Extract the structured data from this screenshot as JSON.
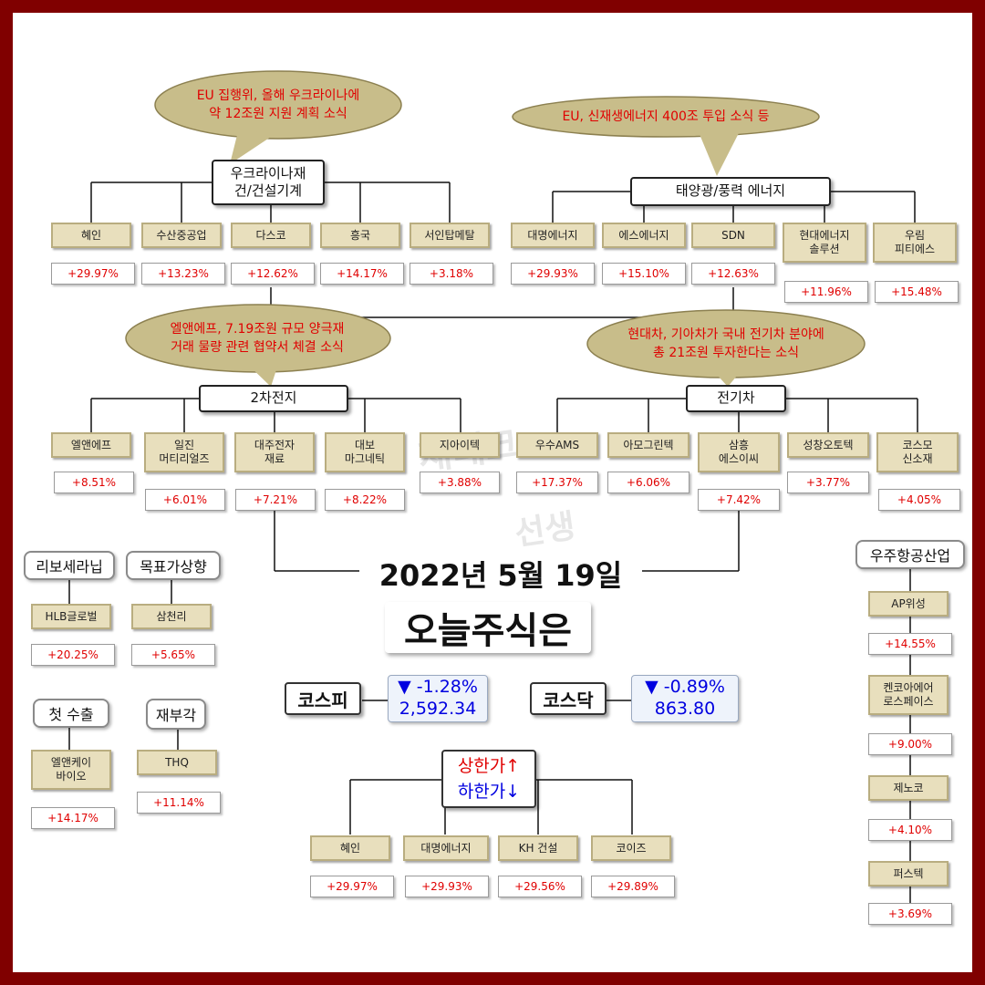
{
  "title": {
    "date": "2022년 5월 19일",
    "subtitle": "오늘주식은"
  },
  "indices": {
    "kospi": {
      "label": "코스피",
      "change": "▼ -1.28%",
      "value": "2,592.34"
    },
    "kosdaq": {
      "label": "코스닥",
      "change": "▼ -0.89%",
      "value": "863.80"
    }
  },
  "limit_legend": {
    "up": "상한가↑",
    "down": "하한가↓"
  },
  "colors": {
    "frame": "#800000",
    "stock_fill": "#e8dfbd",
    "bubble_fill": "#c8bd8a",
    "positive": "#e00000",
    "index_blue": "#0000e0"
  },
  "watermark": {
    "line1": "재테크",
    "line2": "선생"
  },
  "groups": {
    "ukraine": {
      "label": "우크라이나재\n건/건설기계",
      "news": "EU 집행위, 올해 우크라이나에\n약 12조원 지원 계획 소식",
      "stocks": [
        {
          "name": "혜인",
          "pct": "+29.97%"
        },
        {
          "name": "수산중공업",
          "pct": "+13.23%"
        },
        {
          "name": "다스코",
          "pct": "+12.62%"
        },
        {
          "name": "흥국",
          "pct": "+14.17%"
        },
        {
          "name": "서인탑메탈",
          "pct": "+3.18%"
        }
      ]
    },
    "solar": {
      "label": "태양광/풍력 에너지",
      "news": "EU, 신재생에너지 400조 투입 소식 등",
      "stocks": [
        {
          "name": "대명에너지",
          "pct": "+29.93%"
        },
        {
          "name": "에스에너지",
          "pct": "+15.10%"
        },
        {
          "name": "SDN",
          "pct": "+12.63%"
        },
        {
          "name": "현대에너지\n솔루션",
          "pct": "+11.96%"
        },
        {
          "name": "우림\n피티에스",
          "pct": "+15.48%"
        }
      ]
    },
    "battery": {
      "label": "2차전지",
      "news": "엘앤에프, 7.19조원 규모 양극재\n거래 물량 관련 협약서 체결 소식",
      "stocks": [
        {
          "name": "엘앤에프",
          "pct": "+8.51%"
        },
        {
          "name": "일진\n머티리얼즈",
          "pct": "+6.01%"
        },
        {
          "name": "대주전자\n재료",
          "pct": "+7.21%"
        },
        {
          "name": "대보\n마그네틱",
          "pct": "+8.22%"
        },
        {
          "name": "지아이텍",
          "pct": "+3.88%"
        }
      ]
    },
    "ev": {
      "label": "전기차",
      "news": "현대차, 기아차가 국내 전기차 분야에\n총 21조원 투자한다는 소식",
      "stocks": [
        {
          "name": "우수AMS",
          "pct": "+17.37%"
        },
        {
          "name": "아모그린텍",
          "pct": "+6.06%"
        },
        {
          "name": "삼흥\n에스이씨",
          "pct": "+7.42%"
        },
        {
          "name": "성창오토텍",
          "pct": "+3.77%"
        },
        {
          "name": "코스모\n신소재",
          "pct": "+4.05%"
        }
      ]
    },
    "rivo": {
      "label": "리보세라닙",
      "stocks": [
        {
          "name": "HLB글로벌",
          "pct": "+20.25%"
        }
      ]
    },
    "target": {
      "label": "목표가상향",
      "stocks": [
        {
          "name": "삼천리",
          "pct": "+5.65%"
        }
      ]
    },
    "export": {
      "label": "첫 수출",
      "stocks": [
        {
          "name": "엘앤케이\n바이오",
          "pct": "+14.17%"
        }
      ]
    },
    "revalue": {
      "label": "재부각",
      "stocks": [
        {
          "name": "THQ",
          "pct": "+11.14%"
        }
      ]
    },
    "aerospace": {
      "label": "우주항공산업",
      "stocks": [
        {
          "name": "AP위성",
          "pct": "+14.55%"
        },
        {
          "name": "켄코아에어\n로스페이스",
          "pct": "+9.00%"
        },
        {
          "name": "제노코",
          "pct": "+4.10%"
        },
        {
          "name": "퍼스텍",
          "pct": "+3.69%"
        }
      ]
    },
    "limit_up": {
      "stocks": [
        {
          "name": "혜인",
          "pct": "+29.97%"
        },
        {
          "name": "대명에너지",
          "pct": "+29.93%"
        },
        {
          "name": "KH 건설",
          "pct": "+29.56%"
        },
        {
          "name": "코이즈",
          "pct": "+29.89%"
        }
      ]
    }
  }
}
